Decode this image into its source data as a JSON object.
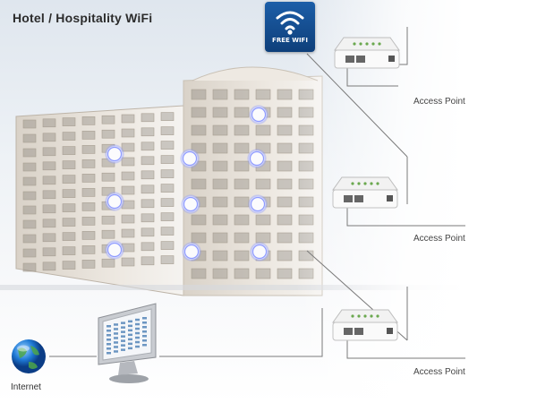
{
  "title": "Hotel / Hospitality WiFi",
  "wifi_badge": {
    "label": "FREE WIFI",
    "icon": "wifi-icon",
    "color": "#1c5ea8"
  },
  "access_points": [
    {
      "label": "Access Point"
    },
    {
      "label": "Access Point"
    },
    {
      "label": "Access Point"
    }
  ],
  "internet": {
    "label": "Internet",
    "icon": "globe-icon"
  },
  "computer": {
    "icon": "monitor-icon"
  },
  "colors": {
    "line": "#777777",
    "hotspot_glow": "#5a6cff",
    "building": "#e9e3da"
  }
}
